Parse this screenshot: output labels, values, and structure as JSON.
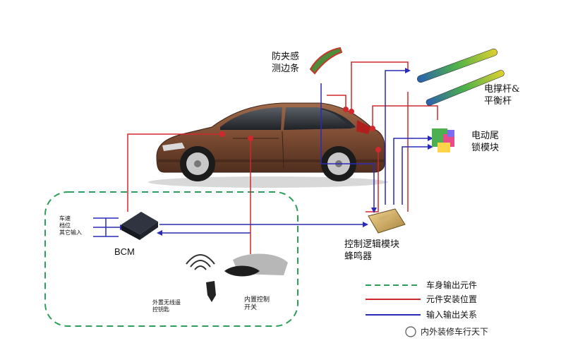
{
  "labels": {
    "anti_pinch": [
      "防夹感",
      "测边条"
    ],
    "strut": [
      "电撑杆&",
      "平衡杆"
    ],
    "latch": [
      "电动尾",
      "锁模块"
    ],
    "logic_module": [
      "控制逻辑模块",
      "蜂鸣器"
    ],
    "bcm": "BCM",
    "bcm_inputs": [
      "车速",
      "档位",
      "其它输入"
    ],
    "remote_key": [
      "外置无线遥",
      "控钥匙"
    ],
    "inner_switch": [
      "内置控制",
      "开关"
    ]
  },
  "legend": [
    {
      "text": "车身输出元件",
      "color": "#2e9e5b",
      "style": "dashed"
    },
    {
      "text": "元件安装位置",
      "color": "#d0282c",
      "style": "solid"
    },
    {
      "text": "输入输出关系",
      "color": "#2a2ab8",
      "style": "solid"
    }
  ],
  "watermark": "内外装修车行天下",
  "colors": {
    "red": "#d0282c",
    "blue": "#2a2ab8",
    "green": "#2e9e5b",
    "car": "#8b5a3c"
  }
}
